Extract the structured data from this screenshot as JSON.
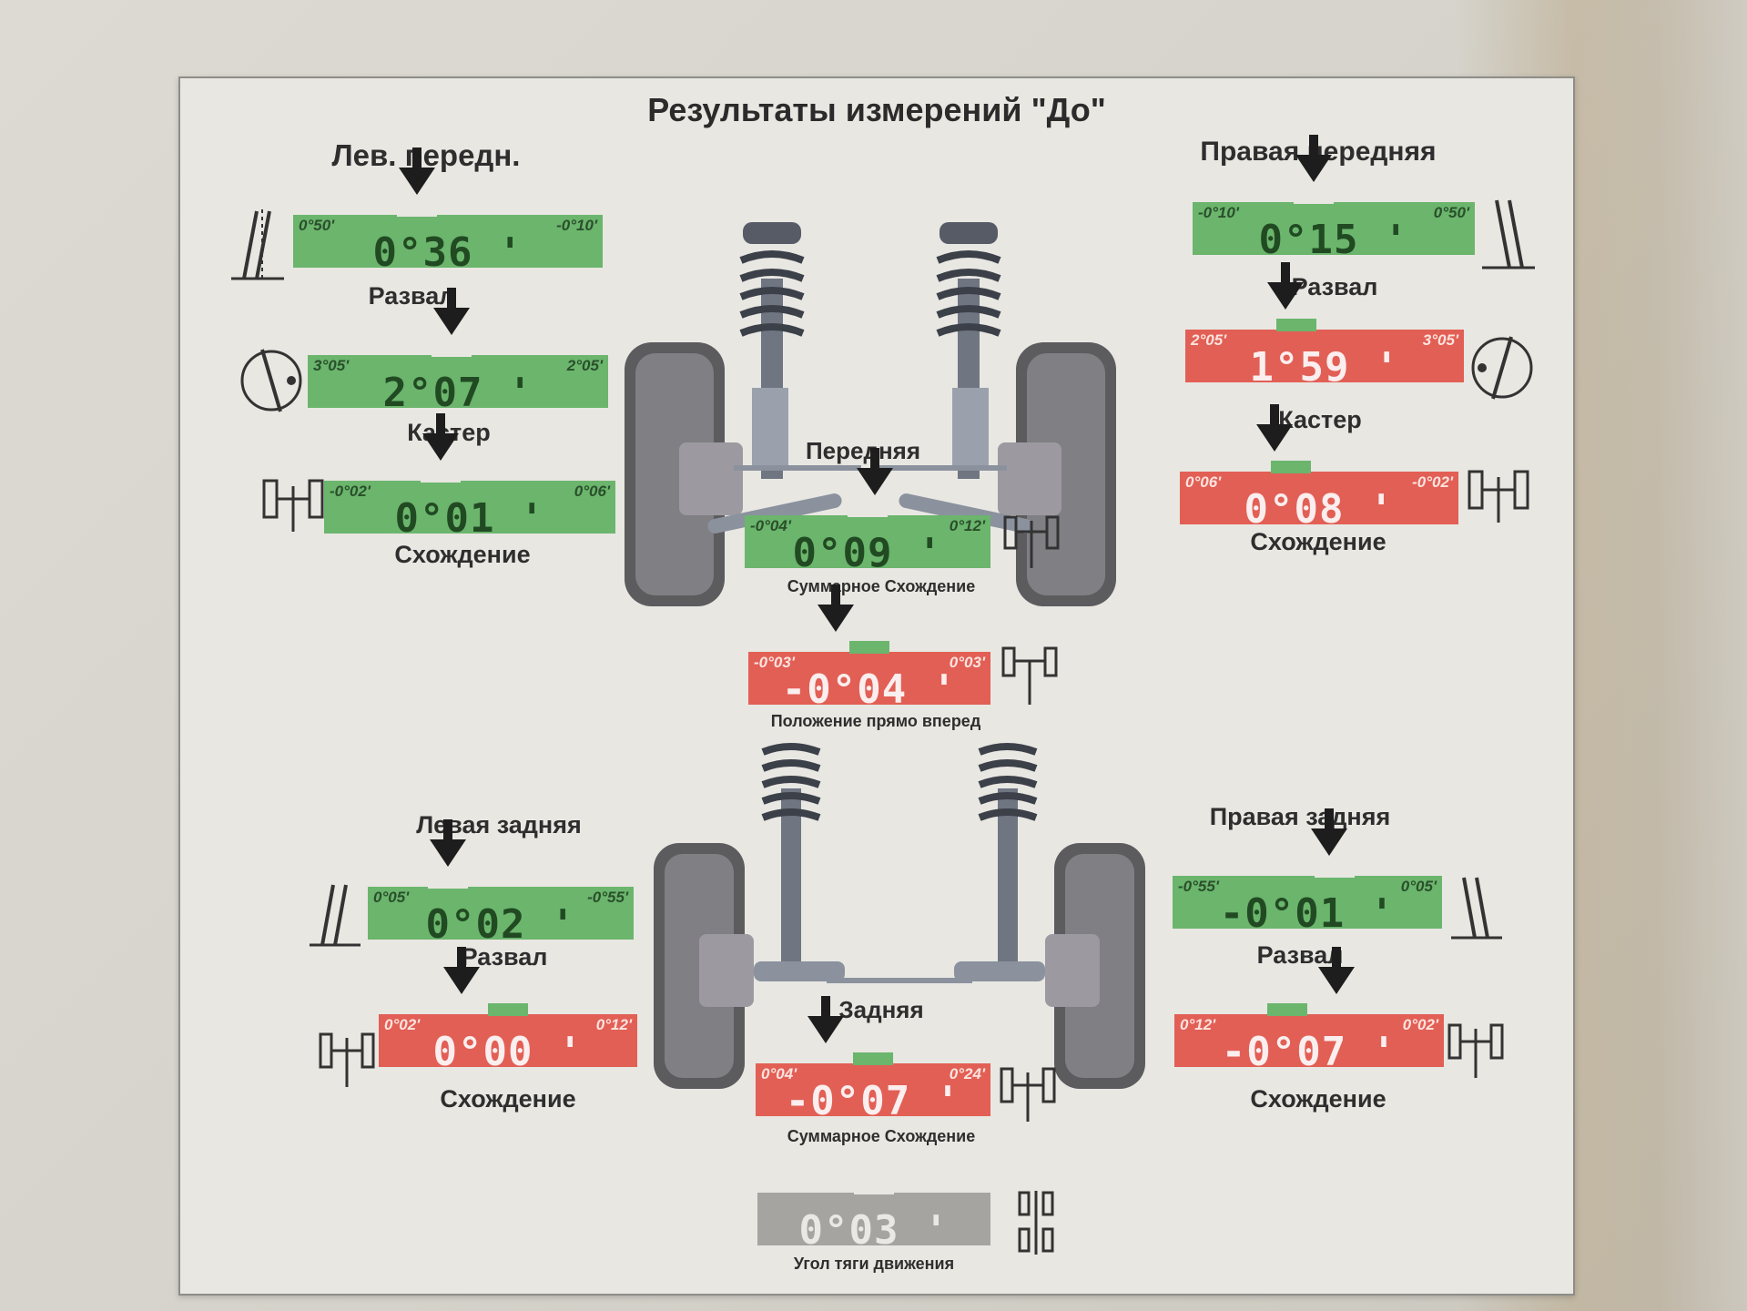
{
  "title": "Результаты измерений \"До\"",
  "front_left": {
    "title": "Лев. передн.",
    "camber": {
      "label": "Развал",
      "value": "0°36",
      "left_limit": "0°50'",
      "right_limit": "-0°10'",
      "status": "ok"
    },
    "caster": {
      "label": "Кастер",
      "value": "2°07",
      "left_limit": "3°05'",
      "right_limit": "2°05'",
      "status": "ok"
    },
    "toe": {
      "label": "Схождение",
      "value": "0°01",
      "left_limit": "-0°02'",
      "right_limit": "0°06'",
      "status": "ok"
    }
  },
  "front_right": {
    "title": "Правая передняя",
    "camber": {
      "label": "Развал",
      "value": "0°15",
      "left_limit": "-0°10'",
      "right_limit": "0°50'",
      "status": "ok"
    },
    "caster": {
      "label": "Кастер",
      "value": "1°59",
      "left_limit": "2°05'",
      "right_limit": "3°05'",
      "status": "out"
    },
    "toe": {
      "label": "Схождение",
      "value": "0°08",
      "left_limit": "0°06'",
      "right_limit": "-0°02'",
      "status": "out"
    }
  },
  "front_axle": {
    "title": "Передняя",
    "total_toe": {
      "label": "Суммарное Схождение",
      "value": "0°09",
      "left_limit": "-0°04'",
      "right_limit": "0°12'",
      "status": "ok"
    },
    "straight_ahead": {
      "label": "Положение прямо вперед",
      "value": "-0°04",
      "left_limit": "-0°03'",
      "right_limit": "0°03'",
      "status": "out"
    }
  },
  "rear_left": {
    "title": "Левая задняя",
    "camber": {
      "label": "Развал",
      "value": "0°02",
      "left_limit": "0°05'",
      "right_limit": "-0°55'",
      "status": "ok"
    },
    "toe": {
      "label": "Схождение",
      "value": "0°00",
      "left_limit": "0°02'",
      "right_limit": "0°12'",
      "status": "out"
    }
  },
  "rear_right": {
    "title": "Правая задняя",
    "camber": {
      "label": "Развал",
      "value": "-0°01",
      "left_limit": "-0°55'",
      "right_limit": "0°05'",
      "status": "ok"
    },
    "toe": {
      "label": "Схождение",
      "value": "-0°07",
      "left_limit": "0°12'",
      "right_limit": "0°02'",
      "status": "out"
    }
  },
  "rear_axle": {
    "title": "Задняя",
    "total_toe": {
      "label": "Суммарное Схождение",
      "value": "-0°07",
      "left_limit": "0°04'",
      "right_limit": "0°24'",
      "status": "out"
    },
    "thrust_angle": {
      "label": "Угол тяги движения",
      "value": "0°03",
      "status": "neutral"
    }
  },
  "colors": {
    "ok": "#6bb56d",
    "out": "#e25f55",
    "neutral": "#a6a4a1"
  },
  "icons": [
    "camber-icon",
    "caster-icon",
    "toe-icon",
    "front-strut-assembly-icon",
    "rear-strut-assembly-icon",
    "thrust-icon"
  ]
}
